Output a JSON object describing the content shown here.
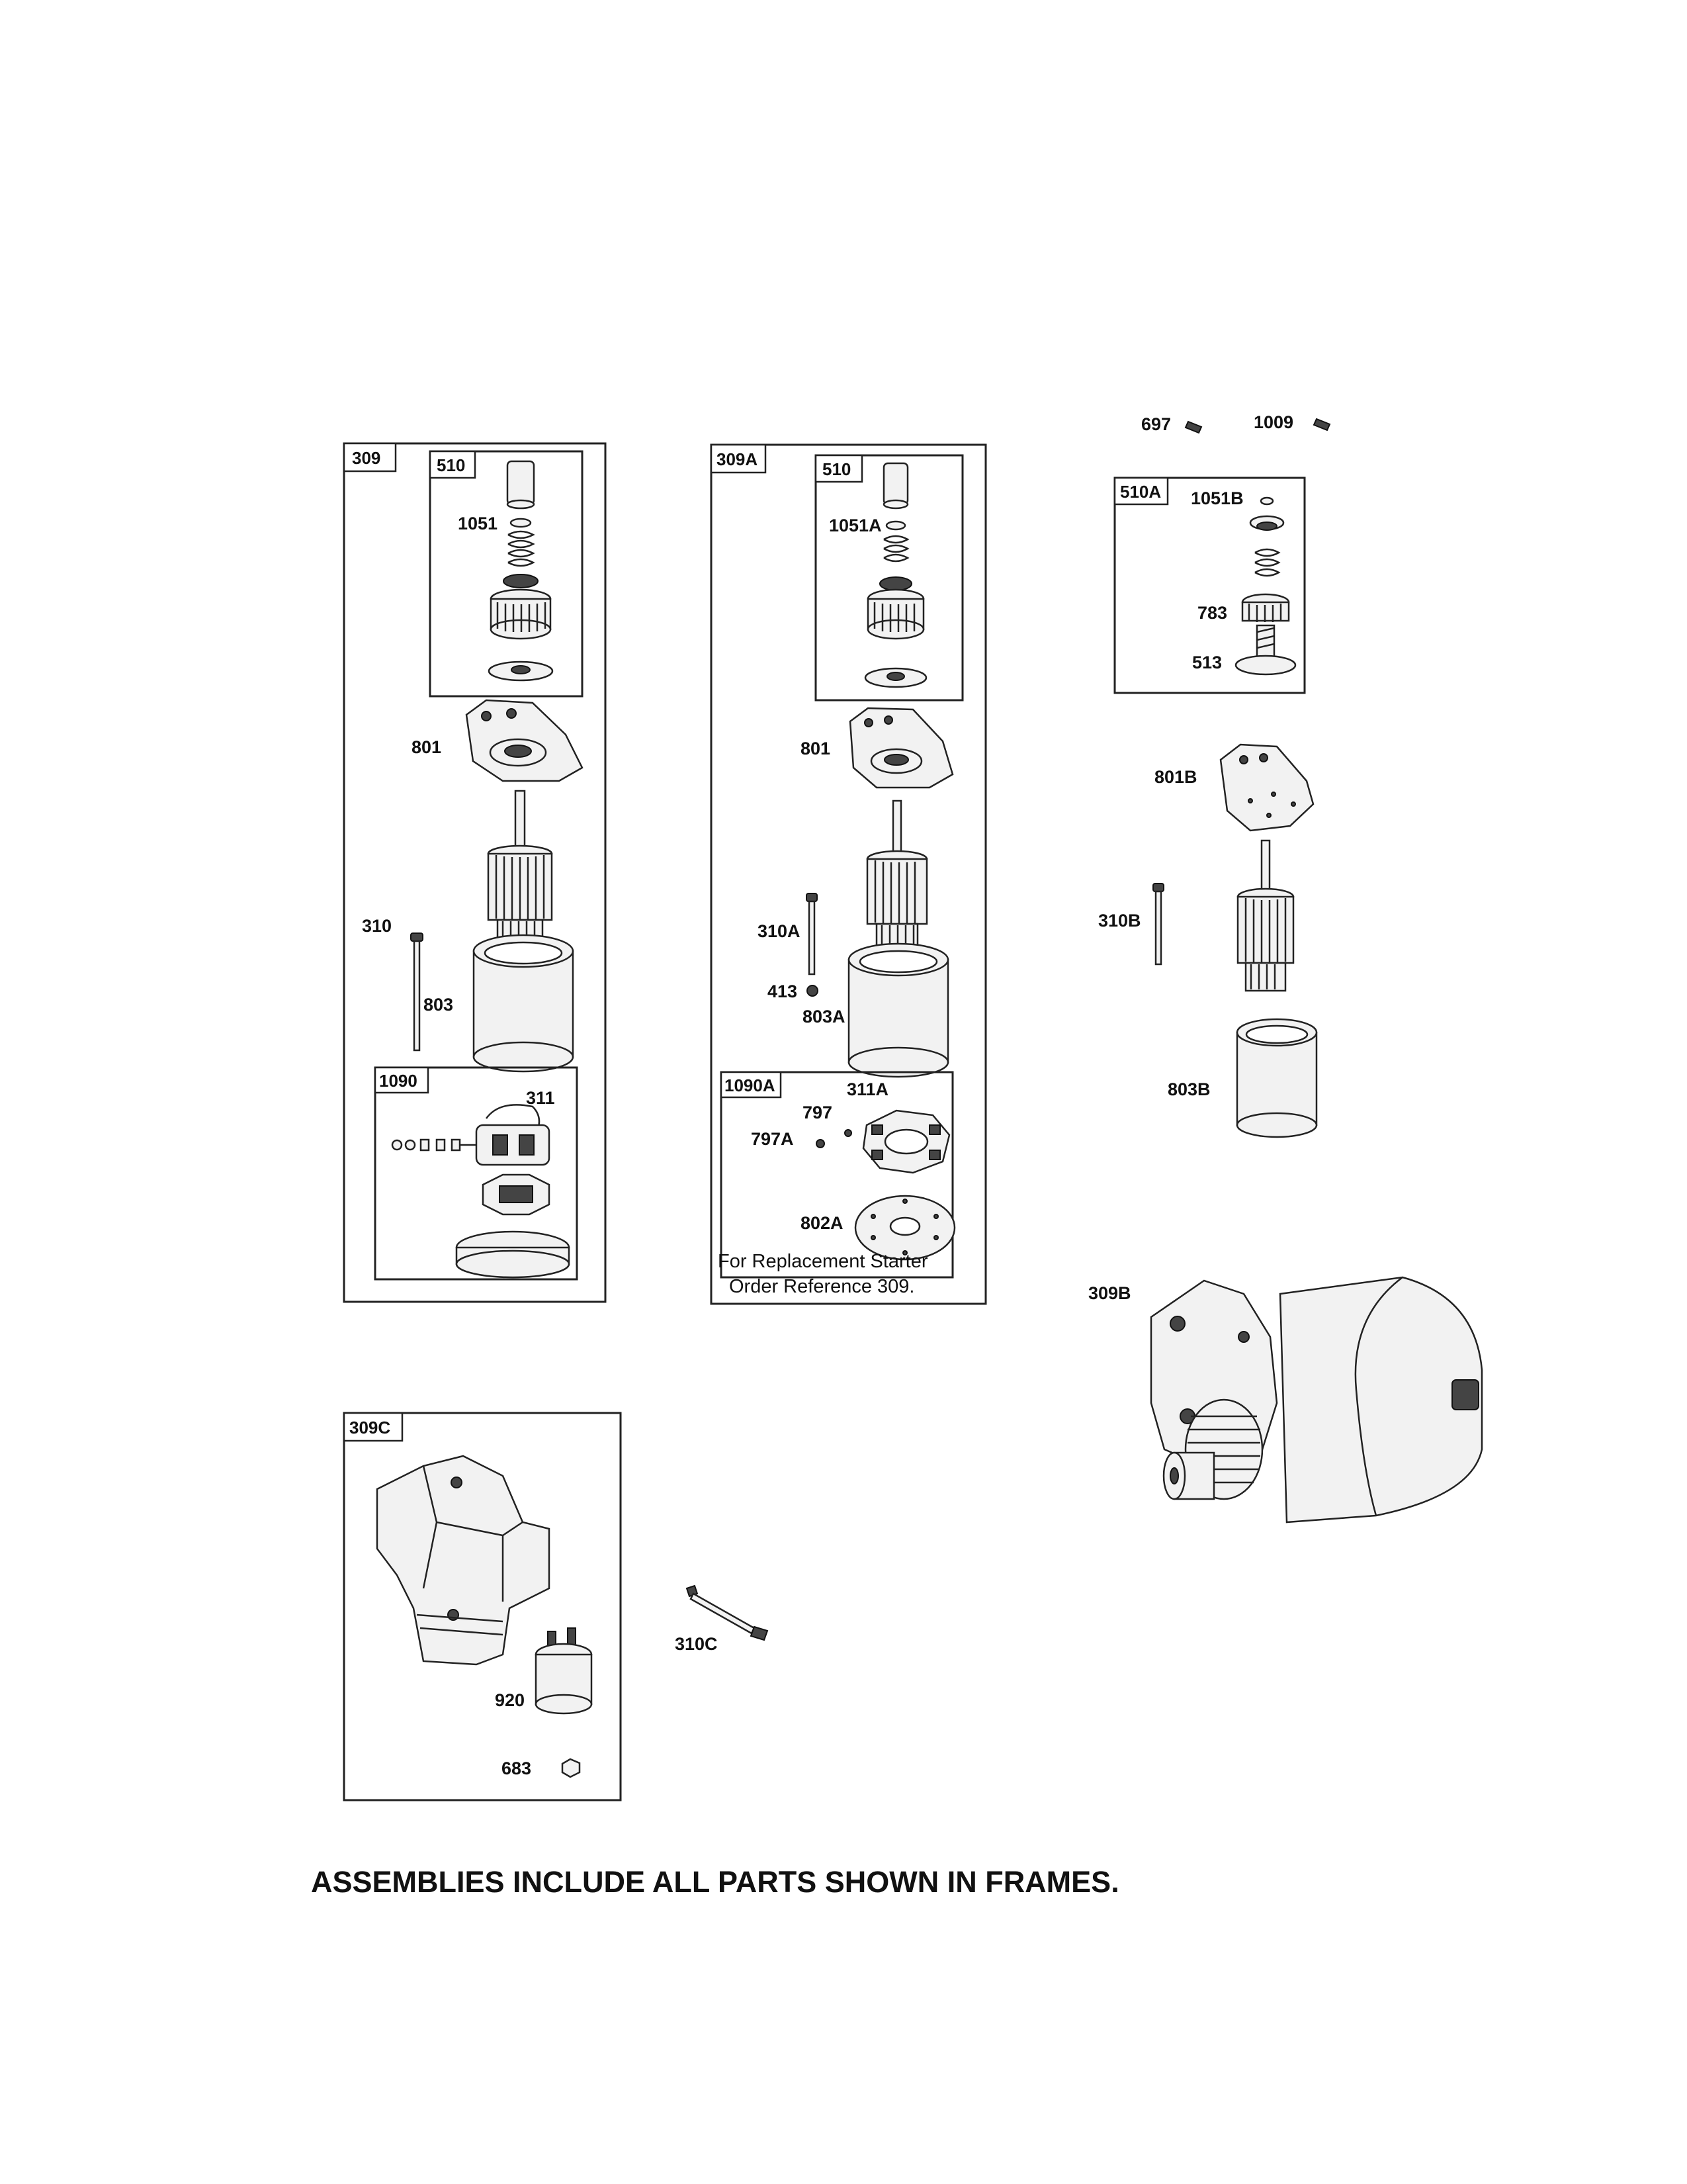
{
  "frames": {
    "f309": "309",
    "f510_a": "510",
    "f1090": "1090",
    "f309A": "309A",
    "f510_b": "510",
    "f1090A": "1090A",
    "f510A": "510A",
    "f309C": "309C"
  },
  "labels": {
    "l1051": "1051",
    "l801_a": "801",
    "l310": "310",
    "l803": "803",
    "l311": "311",
    "l1051A": "1051A",
    "l801_b": "801",
    "l310A": "310A",
    "l413": "413",
    "l803A": "803A",
    "l311A": "311A",
    "l797": "797",
    "l797A": "797A",
    "l802A": "802A",
    "l697": "697",
    "l1009": "1009",
    "l1051B": "1051B",
    "l783": "783",
    "l513": "513",
    "l801B": "801B",
    "l310B": "310B",
    "l803B": "803B",
    "l309B": "309B",
    "l920": "920",
    "l683": "683",
    "l310C": "310C"
  },
  "note": {
    "line1": "For Replacement Starter",
    "line2": "Order Reference 309."
  },
  "footer": "ASSEMBLIES INCLUDE ALL PARTS SHOWN IN FRAMES."
}
